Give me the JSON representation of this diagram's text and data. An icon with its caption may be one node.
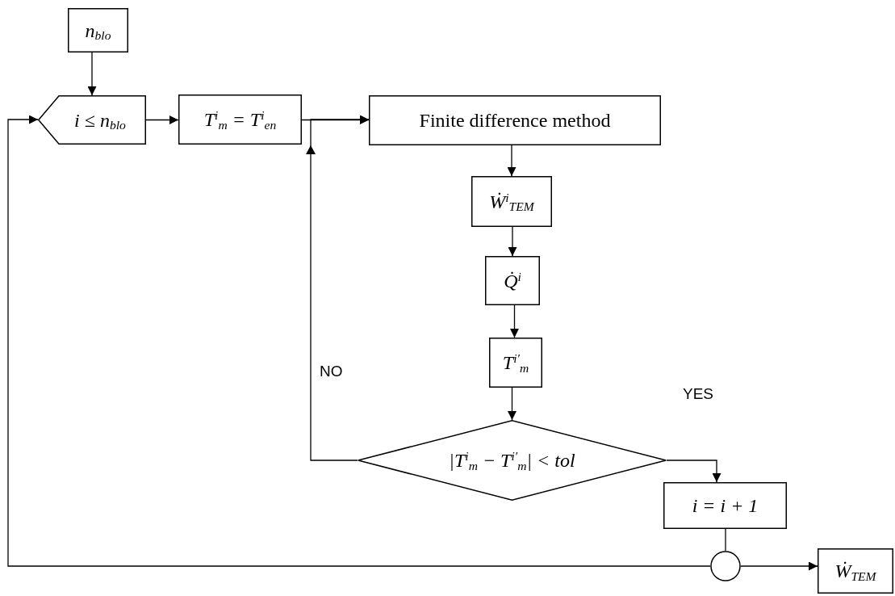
{
  "diagram": {
    "nodes": [
      {
        "text": [
          "n$_{blo}$"
        ]
      },
      {
        "text": [
          "i ≤ n$_{blo}$"
        ]
      },
      {
        "text": [
          "T$^{i}$$_{m}$ = T$^{i}$$_{en}$"
        ]
      },
      {
        "text": [
          "Finite difference method"
        ]
      },
      {
        "text": [
          "Ẇ$^{i}$$_{TEM}$"
        ]
      },
      {
        "text": [
          "Q̇$^{i}$"
        ]
      },
      {
        "text": [
          "T$^{i′}$$_{m}$"
        ]
      },
      {
        "text": [
          "|T$^{i}$$_{m}$ − T$^{i′}$$_{m}$| < tol"
        ]
      },
      {
        "text": [
          "i = i + 1"
        ]
      },
      {
        "text": [],
        "shape": "circle"
      },
      {
        "text": [
          "Ẇ$_{TEM}$"
        ]
      }
    ],
    "edges": [
      {
        "from": 0,
        "to": 1,
        "arrow": "to"
      },
      {
        "from": 1,
        "to": 2,
        "arrow": "to"
      },
      {
        "from": 2,
        "to": 3,
        "arrow": "to"
      },
      {
        "from": 3,
        "to": 4,
        "arrow": "to"
      },
      {
        "from": 4,
        "to": 5,
        "arrow": "to"
      },
      {
        "from": 5,
        "to": 6,
        "arrow": "to"
      },
      {
        "from": 6,
        "to": 7,
        "arrow": "to"
      },
      {
        "from": 7,
        "to": 3,
        "arrow": "to",
        "label": "NO"
      },
      {
        "from": 7,
        "to": 8,
        "arrow": "to",
        "label": "YES"
      },
      {
        "from": 8,
        "to": 9,
        "arrow": "none"
      },
      {
        "from": 9,
        "to": 1,
        "arrow": "to"
      },
      {
        "from": 9,
        "to": 10,
        "arrow": "to"
      }
    ]
  }
}
